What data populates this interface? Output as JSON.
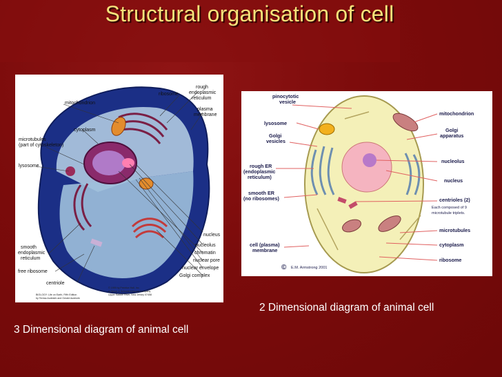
{
  "slide": {
    "title": "Structural organisation of cell",
    "caption_2d": "2 Dimensional diagram  of animal cell",
    "caption_3d": "3 Dimensional diagram of animal cell"
  },
  "colors": {
    "background": "#7a0a0a",
    "title": "#f4e27a",
    "caption": "#ffffff"
  },
  "diagram_3d": {
    "labels": {
      "rough_er": "rough",
      "rough_er2": "endoplasmic",
      "rough_er3": "reticulum",
      "ribosome": "ribosome",
      "mitochondrion": "mitochondrion",
      "plasma": "plasma",
      "plasma2": "membrane",
      "cytoplasm": "cytoplasm",
      "microtubules": "microtubules",
      "microtubules2": "(part of cytoskeleton)",
      "lysosome": "lysosome",
      "nucleus": "nucleus",
      "smooth_er": "smooth",
      "smooth_er2": "endoplasmic",
      "smooth_er3": "reticulum",
      "nucleolus": "nucleolus",
      "chromatin": "chromatin",
      "free_ribosome": "free ribosome",
      "nuclear_pore": "nuclear pore",
      "nuclear_envelope": "nuclear envelope",
      "centriole": "centriole",
      "golgi": "Golgi complex",
      "credit1": "© 1999 by Prentice Hall, Inc.",
      "credit2": "A Simon & Schuster/Viacom Company",
      "credit3": "Upper Saddle River, New Jersey 07458",
      "credit4": "BIOLOGY: Life on Earth, Fifth Edition",
      "credit5": "by Teresa Audesirk and Gerald Audesirk"
    }
  },
  "diagram_2d": {
    "labels": {
      "pinocytotic": "pinocytotic",
      "pinocytotic2": "vesicle",
      "lysosome": "lysosome",
      "golgi_vesicles": "Golgi",
      "golgi_vesicles2": "vesicles",
      "rough_er": "rough ER",
      "rough_er2": "(endoplasmic",
      "rough_er3": "reticulum)",
      "smooth_er": "smooth ER",
      "smooth_er2": "(no ribosomes)",
      "cell_membrane": "cell (plasma)",
      "cell_membrane2": "membrane",
      "mitochondrion": "mitochondrion",
      "golgi_apparatus": "Golgi",
      "golgi_apparatus2": "apparatus",
      "nucleolus": "nucleolus",
      "nucleus": "nucleus",
      "centrioles": "centrioles (2)",
      "centrioles2": "Each composed of 9",
      "centrioles3": "microtubule triplets.",
      "microtubules": "microtubules",
      "cytoplasm": "cytoplasm",
      "ribosome": "ribosome",
      "credit": "E.M. Armstrong 2001",
      "copyright": "©"
    }
  }
}
